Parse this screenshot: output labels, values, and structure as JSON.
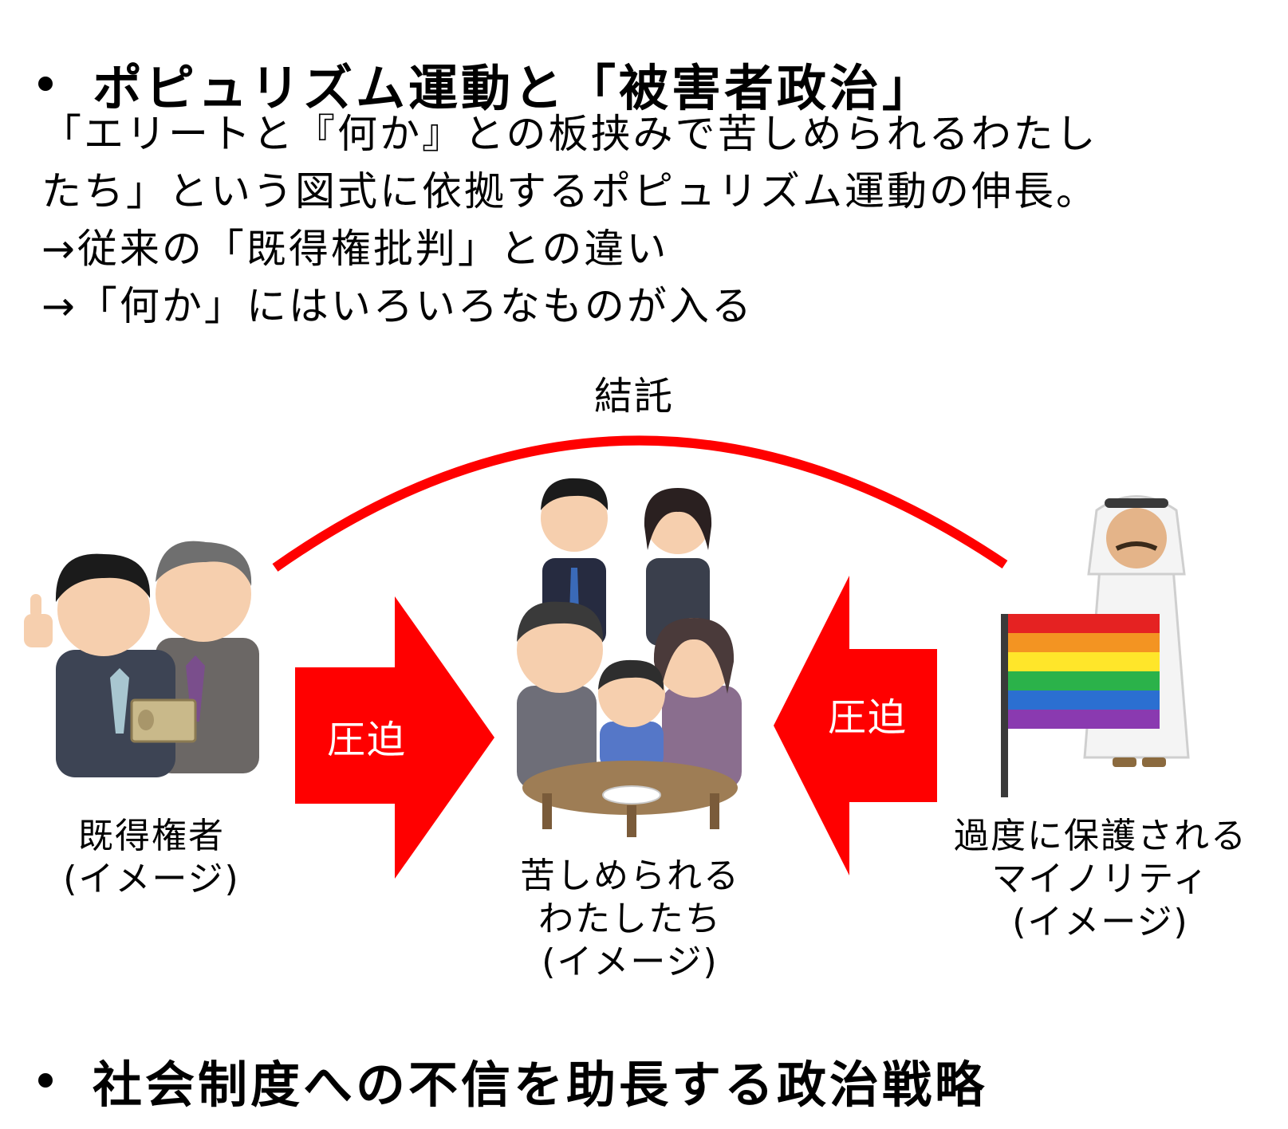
{
  "heading1": "ポピュリズム運動と「被害者政治」",
  "body": {
    "line1": "「エリートと『何か』との板挟みで苦しめられるわたし",
    "line2": "たち」という図式に依拠するポピュリズム運動の伸長。",
    "line3": "→従来の「既得権批判」との違い",
    "line4": "→「何か」にはいろいろなものが入る"
  },
  "diagram": {
    "collusion_label": "結託",
    "left_arrow_label": "圧迫",
    "right_arrow_label": "圧迫",
    "left_label_line1": "既得権者",
    "left_label_line2": "(イメージ)",
    "center_label_line1": "苦しめられる",
    "center_label_line2": "わたしたち",
    "center_label_line3": "(イメージ)",
    "right_label_line1": "過度に保護される",
    "right_label_line2": "マイノリティ",
    "right_label_line3": "(イメージ)",
    "arrow_color": "#ff0000"
  },
  "heading2": "社会制度への不信を助長する政治戦略"
}
